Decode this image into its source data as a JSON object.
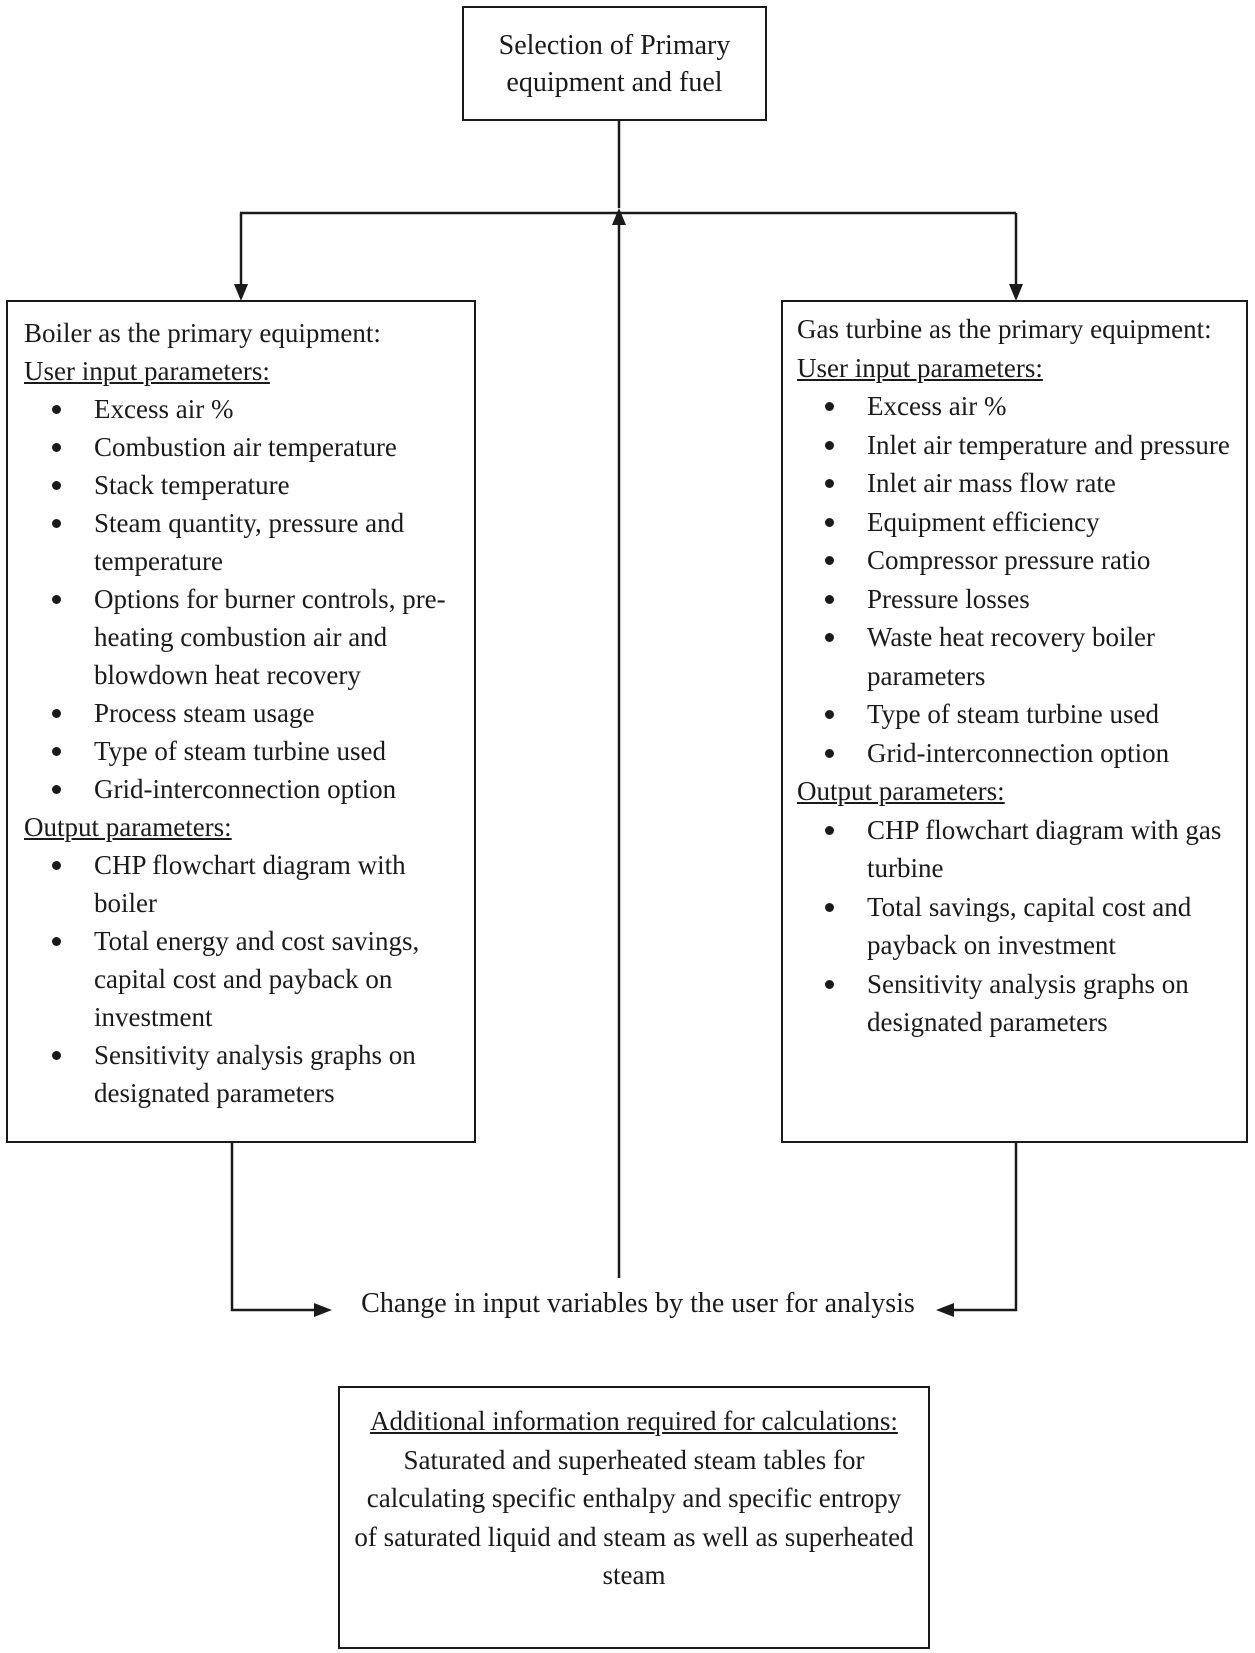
{
  "top_box": {
    "text": "Selection of Primary equipment and fuel"
  },
  "boiler": {
    "heading": "Boiler as the primary equipment:",
    "input_title": "User input parameters:",
    "inputs": [
      "Excess air %",
      "Combustion air temperature",
      "Stack temperature",
      "Steam quantity, pressure and temperature",
      "Options for burner controls, pre-heating combustion air and blowdown heat recovery",
      "Process steam usage",
      "Type of steam turbine used",
      "Grid-interconnection option"
    ],
    "output_title": "Output parameters:",
    "outputs": [
      "CHP flowchart diagram with boiler",
      "Total energy and cost savings, capital cost and payback on investment",
      "Sensitivity analysis graphs on designated parameters"
    ]
  },
  "gas_turbine": {
    "heading": "Gas turbine as the primary equipment:",
    "input_title": "User input parameters:",
    "inputs": [
      "Excess air %",
      "Inlet air temperature and pressure",
      "Inlet air mass flow rate",
      "Equipment efficiency",
      "Compressor pressure ratio",
      "Pressure losses",
      "Waste heat recovery boiler parameters",
      "Type of steam turbine used",
      "Grid-interconnection option"
    ],
    "output_title": "Output parameters:",
    "outputs": [
      "CHP flowchart diagram with gas turbine",
      "Total savings, capital cost and payback on investment",
      "Sensitivity analysis graphs on designated parameters"
    ]
  },
  "change_label": "Change in input variables by the user for analysis",
  "additional": {
    "title": "Additional information required for calculations:",
    "body": "Saturated and superheated steam tables for calculating specific enthalpy and specific entropy of saturated liquid and steam as well as superheated steam"
  }
}
